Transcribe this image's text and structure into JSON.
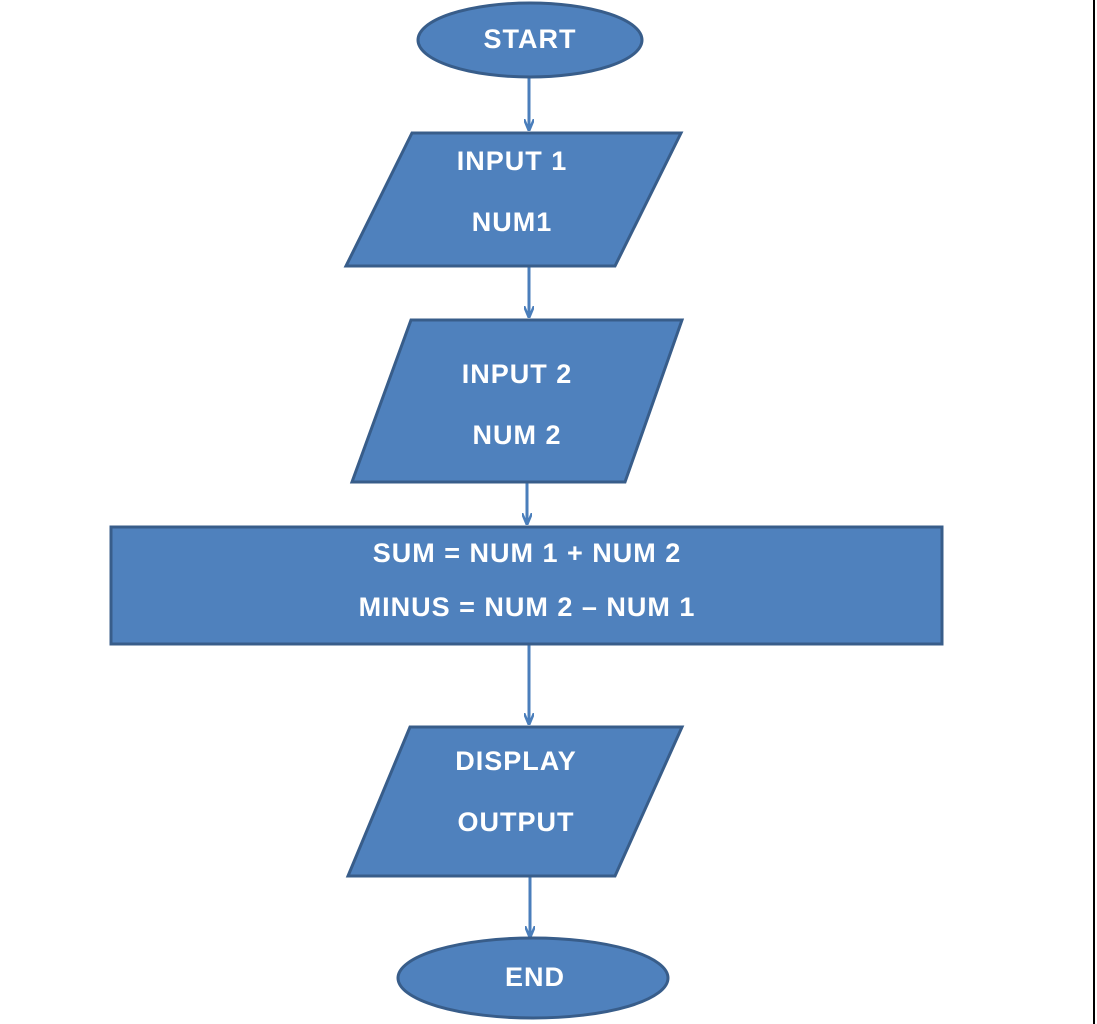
{
  "flowchart": {
    "colors": {
      "fill": "#4f81bd",
      "stroke": "#385d8a",
      "connector": "#4a7ebb",
      "text": "#ffffff"
    },
    "nodes": [
      {
        "id": "start",
        "shape": "terminator",
        "lines": [
          "START"
        ]
      },
      {
        "id": "input1",
        "shape": "input-output",
        "lines": [
          "INPUT 1",
          "NUM1"
        ]
      },
      {
        "id": "input2",
        "shape": "input-output",
        "lines": [
          "INPUT 2",
          "NUM 2"
        ]
      },
      {
        "id": "process",
        "shape": "process",
        "lines": [
          "SUM = NUM 1 + NUM  2",
          "MINUS = NUM 2 – NUM  1"
        ]
      },
      {
        "id": "display",
        "shape": "input-output",
        "lines": [
          "DISPLAY",
          "OUTPUT"
        ]
      },
      {
        "id": "end",
        "shape": "terminator",
        "lines": [
          "END"
        ]
      }
    ],
    "edges": [
      {
        "from": "start",
        "to": "input1"
      },
      {
        "from": "input1",
        "to": "input2"
      },
      {
        "from": "input2",
        "to": "process"
      },
      {
        "from": "process",
        "to": "display"
      },
      {
        "from": "display",
        "to": "end"
      }
    ]
  }
}
